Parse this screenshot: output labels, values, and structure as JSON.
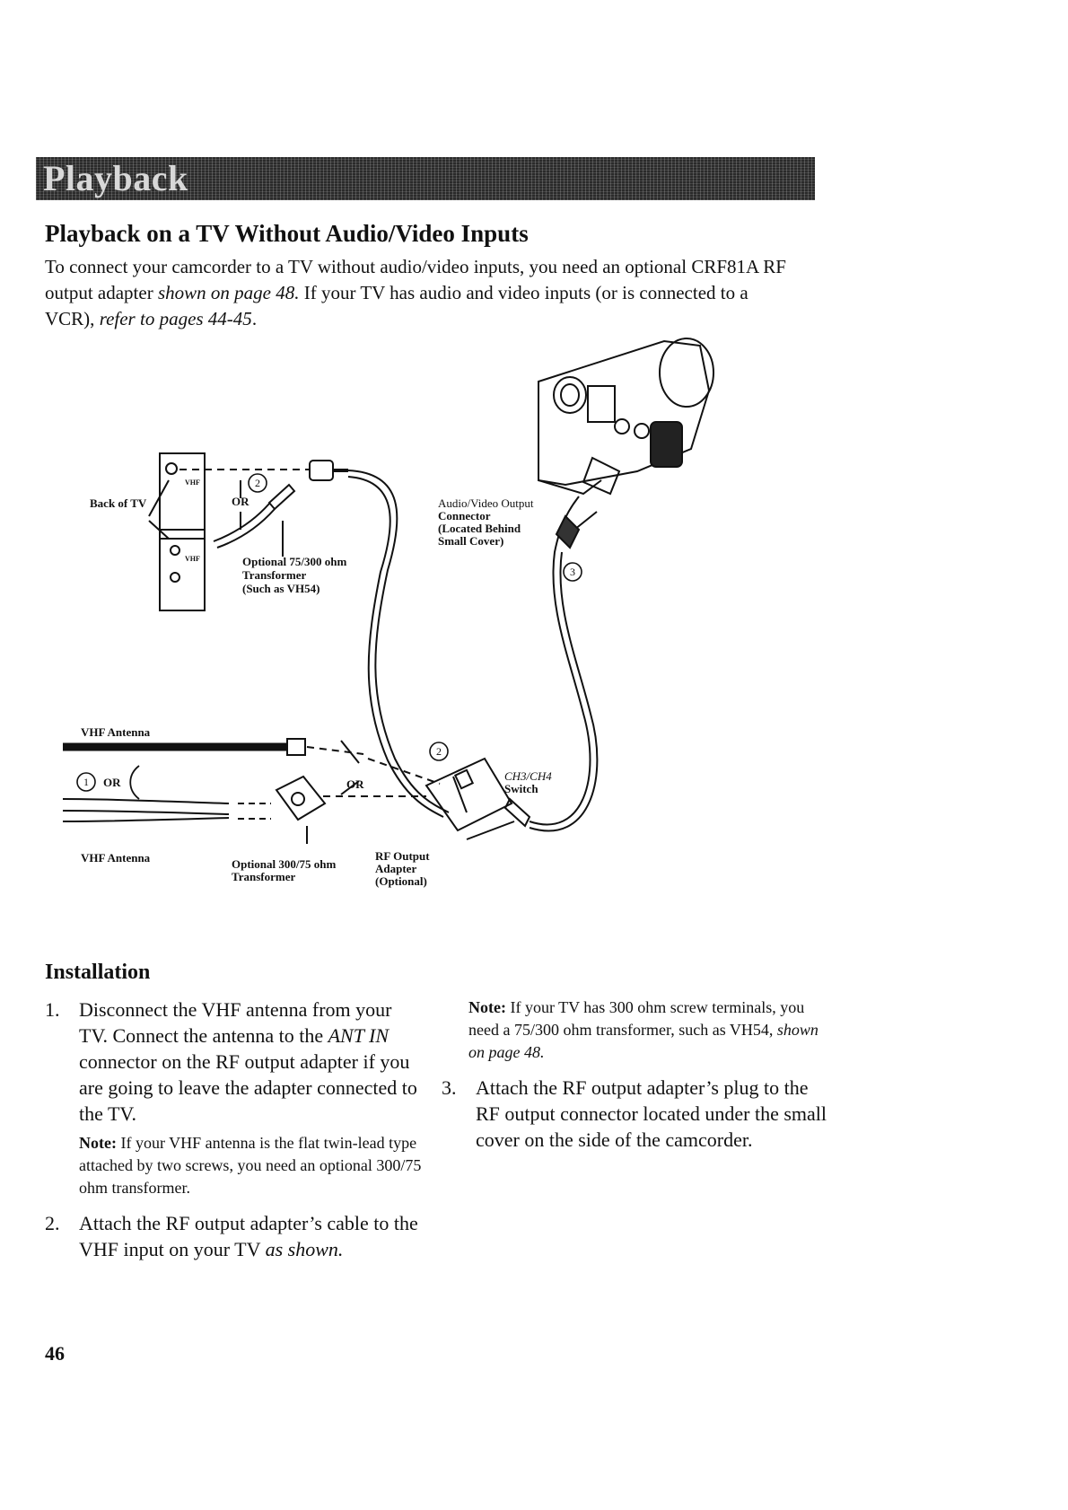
{
  "banner": {
    "title": "Playback"
  },
  "heading": "Playback on a TV Without Audio/Video Inputs",
  "intro": {
    "part1": "To connect your camcorder to a TV without audio/video inputs, you need an optional CRF81A RF output adapter ",
    "ref1": "shown on page 48.",
    "part2": " If your TV has audio and video inputs (or is connected to a VCR), ",
    "ref2": "refer to pages 44-45",
    "part3": "."
  },
  "diagram": {
    "back_of_tv": "Back of TV",
    "vhf": "VHF",
    "or": "OR",
    "transformer_top": [
      "Optional 75/300 ohm",
      "Transformer",
      "(Such as VH54)"
    ],
    "av_output": [
      "Audio/Video Output",
      "Connector",
      "(Located Behind",
      "Small Cover)"
    ],
    "vhf_antenna_top": "VHF Antenna",
    "vhf_antenna_bottom": "VHF Antenna",
    "transformer_bottom": [
      "Optional 300/75 ohm",
      "Transformer"
    ],
    "rf_adapter": [
      "RF Output",
      "Adapter",
      "(Optional)"
    ],
    "switch": [
      "CH3/CH4",
      "Switch"
    ],
    "callouts": [
      "1",
      "2",
      "3"
    ]
  },
  "installation": {
    "heading": "Installation",
    "step1": {
      "num": "1.",
      "text_a": "Disconnect the VHF antenna from your TV. Connect the antenna to the ",
      "text_i": "ANT IN",
      "text_b": " connector on the RF output adapter if you are going to leave the adapter connected to the TV."
    },
    "note1": {
      "label": "Note:",
      "text": " If your VHF antenna is the flat twin-lead type attached by two screws, you need an optional 300/75 ohm transformer."
    },
    "step2": {
      "num": "2.",
      "text": "Attach the RF output adapter’s cable to the VHF input on your TV ",
      "text_i": "as shown."
    },
    "note2": {
      "label": "Note:",
      "text": " If your TV has 300 ohm screw terminals, you need a 75/300 ohm transformer, such as VH54, ",
      "text_i": "shown on page 48."
    },
    "step3": {
      "num": "3.",
      "text": "Attach the RF output adapter’s plug to the RF output connector located under the small cover on the side of the camcorder."
    }
  },
  "page_number": "46"
}
